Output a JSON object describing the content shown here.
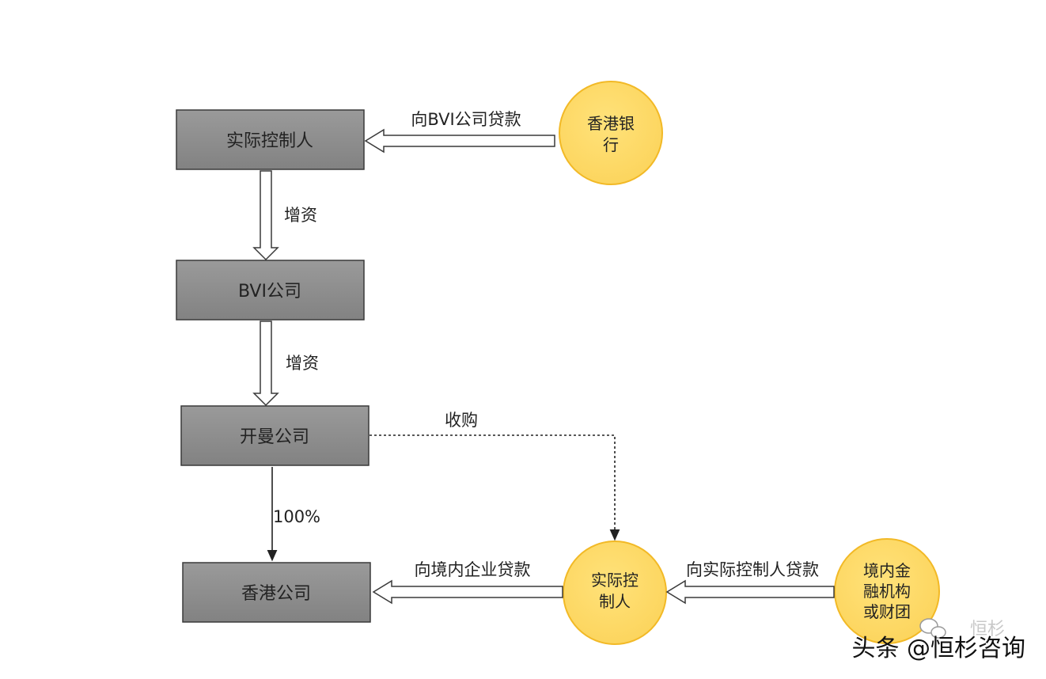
{
  "nodes": {
    "controller_top": "实际控制人",
    "bvi": "BVI公司",
    "kaiman": "开曼公司",
    "hk_company": "香港公司",
    "hk_bank": [
      "香港银",
      "行"
    ],
    "controller_bottom": [
      "实际控",
      "制人"
    ],
    "domestic_fi": [
      "境内金",
      "融机构",
      "或财团"
    ]
  },
  "edges": {
    "hk_bank_to_controller": "向BVI公司贷款",
    "controller_to_bvi": "增资",
    "bvi_to_kaiman": "增资",
    "kaiman_to_controller": "收购",
    "kaiman_to_hk": "100%",
    "controller_to_hk": "向境内企业贷款",
    "fi_to_controller": "向实际控制人贷款"
  },
  "watermark": {
    "text": "头条 @恒杉咨询",
    "faint_text": "恒杉"
  },
  "colors": {
    "box_fill": "#8c8c8c",
    "circle_fill": "#ffd966",
    "circle_border": "#f2b926",
    "arrow_fill": "#ffffff",
    "line": "#222222"
  }
}
